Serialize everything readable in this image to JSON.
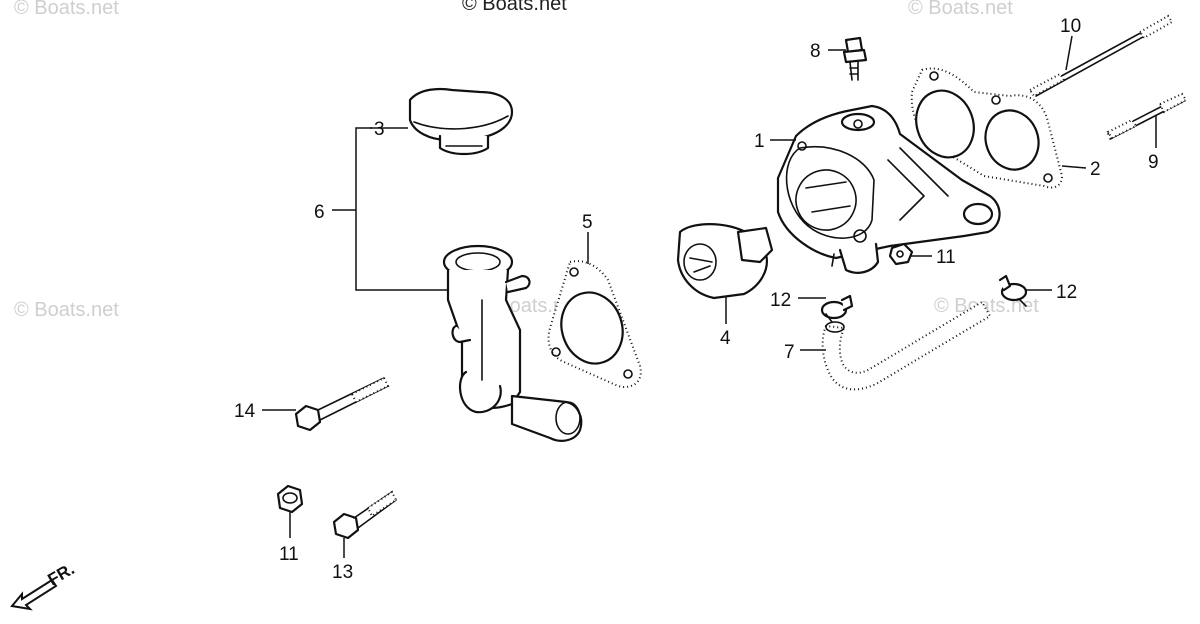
{
  "watermarks": {
    "top_center": "© Boats.net",
    "left": "© Boats.net",
    "center": "© Boats.net",
    "right": "© Boats.net",
    "top_left": "© Boats.net",
    "top_right": "© Boats.net"
  },
  "direction_label": "FR.",
  "callouts": {
    "c1": "1",
    "c2": "2",
    "c3": "3",
    "c4": "4",
    "c5": "5",
    "c6": "6",
    "c7": "7",
    "c8": "8",
    "c9": "9",
    "c10": "10",
    "c11a": "11",
    "c11b": "11",
    "c12a": "12",
    "c12b": "12",
    "c13": "13",
    "c14": "14"
  },
  "colors": {
    "ink": "#111111",
    "watermark": "#cfcfcf"
  }
}
